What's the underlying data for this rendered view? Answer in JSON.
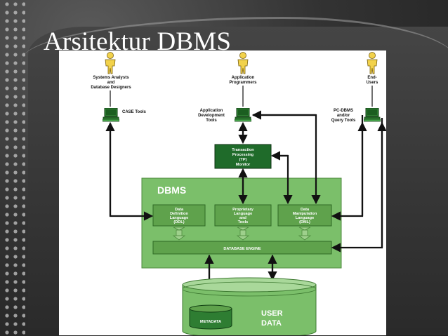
{
  "slide": {
    "title": "Arsitektur DBMS"
  },
  "actors": {
    "analysts": [
      "Systems Analysts",
      "and",
      "Database Designers"
    ],
    "programmers": [
      "Application",
      "Programmers"
    ],
    "end_users": [
      "End-",
      "Users"
    ]
  },
  "tools": {
    "case": "CASE Tools",
    "app_dev": [
      "Application",
      "Development",
      "Tools"
    ],
    "pc_dbms": [
      "PC-DBMS",
      "and/or",
      "Query Tools"
    ]
  },
  "tp_monitor": [
    "Transaction",
    "Processing",
    "(TP)",
    "Monitor"
  ],
  "dbms": {
    "label": "DBMS",
    "ddl": [
      "Data",
      "Definition",
      "Language",
      "(DDL)"
    ],
    "proprietary": [
      "Proprietary",
      "Language",
      "and",
      "Tools"
    ],
    "dml": [
      "Data",
      "Manipulation",
      "Language",
      "(DML)"
    ],
    "engine": "DATABASE ENGINE"
  },
  "storage": {
    "metadata": "METADATA",
    "user_data": [
      "USER",
      "DATA"
    ]
  },
  "colors": {
    "dbms_green": "#7bbf6a",
    "module_green": "#5fa24c",
    "tp_dark": "#1f6b2a",
    "actor_yellow": "#f2d24b"
  }
}
